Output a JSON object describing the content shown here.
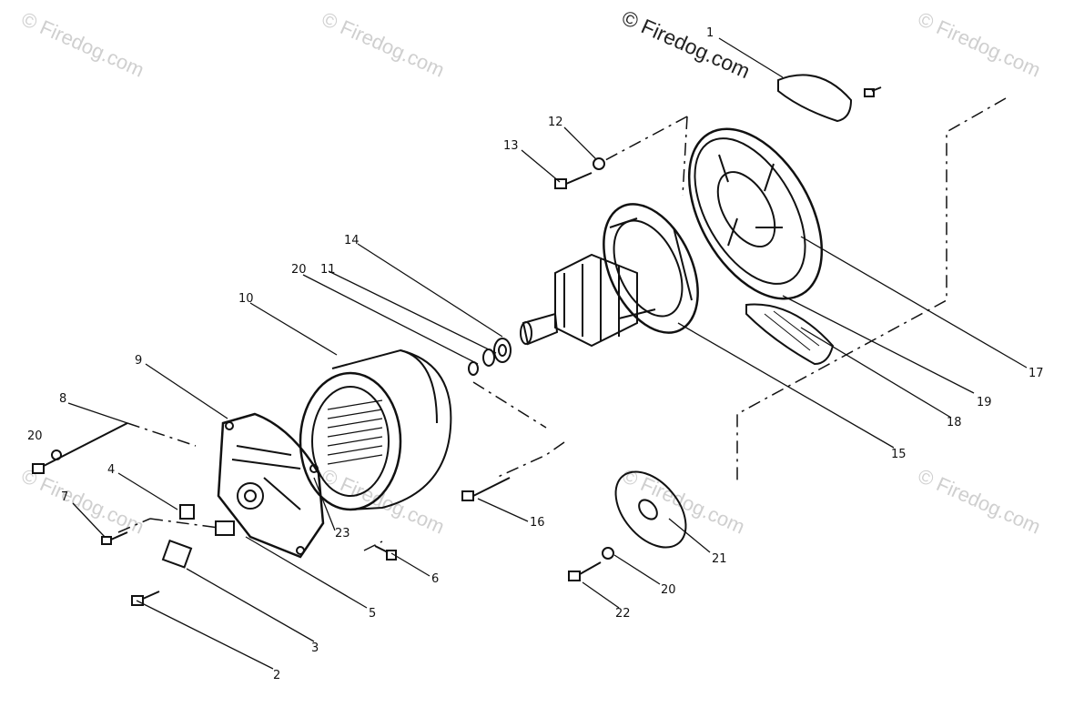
{
  "watermark": "© Firedog.com",
  "callouts": [
    "1",
    "12",
    "13",
    "14",
    "11",
    "20",
    "10",
    "9",
    "8",
    "20",
    "4",
    "7",
    "23",
    "5",
    "3",
    "2",
    "6",
    "16",
    "15",
    "17",
    "18",
    "19",
    "21",
    "20",
    "22"
  ]
}
